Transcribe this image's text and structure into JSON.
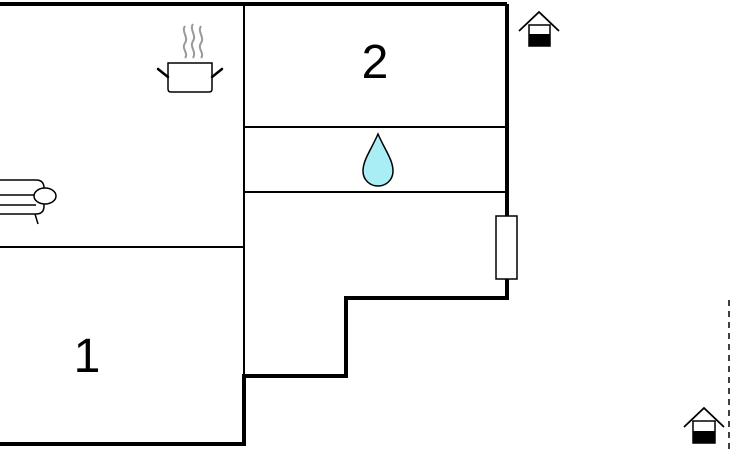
{
  "floorplan": {
    "rooms": [
      {
        "id": "bedroom-1",
        "label": "1"
      },
      {
        "id": "bedroom-2",
        "label": "2"
      }
    ],
    "icons": [
      {
        "name": "cooking-pot-icon",
        "meaning": "kitchen"
      },
      {
        "name": "water-drop-icon",
        "meaning": "bathroom"
      },
      {
        "name": "sofa-icon",
        "meaning": "living room"
      },
      {
        "name": "house-entrance-icon",
        "meaning": "entrance"
      },
      {
        "name": "radiator-icon",
        "meaning": "heater"
      }
    ],
    "colors": {
      "wall": "#000000",
      "water_drop": "#aaeef5",
      "steam": "#999999",
      "background": "#ffffff"
    }
  }
}
